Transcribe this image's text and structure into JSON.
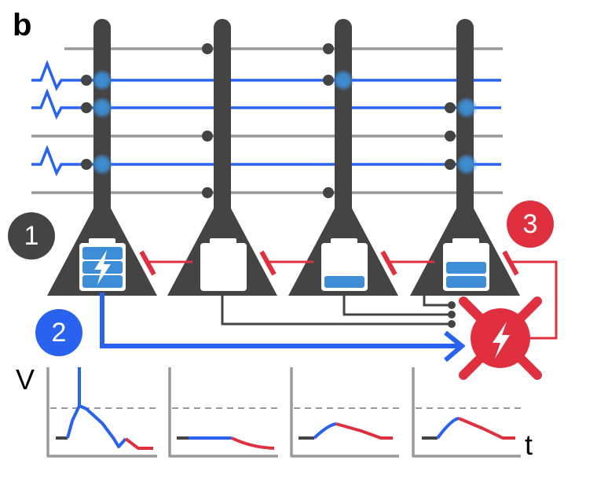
{
  "panel_label": "b",
  "badges": [
    {
      "text": "1",
      "color": "#444444"
    },
    {
      "text": "2",
      "color": "#2a62f0"
    },
    {
      "text": "3",
      "color": "#e03040"
    }
  ],
  "axis_labels": {
    "y": "V",
    "x": "t"
  },
  "colors": {
    "neuron": "#444444",
    "active": "#2a62f0",
    "inhibit": "#e03040",
    "battery": "#3d8ed6",
    "inactive_line": "#9a9a9a"
  },
  "neurons": [
    {
      "battery_level": 3,
      "charged": true
    },
    {
      "battery_level": 0
    },
    {
      "battery_level": 1
    },
    {
      "battery_level": 2
    }
  ]
}
